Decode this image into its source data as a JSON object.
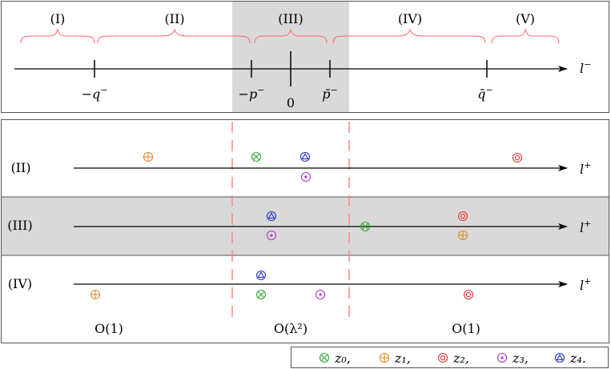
{
  "top_panel": {
    "region_labels": [
      "(I)",
      "(II)",
      "(III)",
      "(IV)",
      "(V)"
    ],
    "axis_label": {
      "base": "l",
      "sup": "−"
    },
    "ticks": [
      {
        "label": "−q",
        "sup": "−"
      },
      {
        "label": "−p",
        "sup": "−"
      },
      {
        "label": "0",
        "sup": ""
      },
      {
        "label": "p̄",
        "sup": "−"
      },
      {
        "label": "q̄",
        "sup": "−"
      }
    ],
    "colors": {
      "brace": "#ff6666",
      "shade": "#d9d9d9"
    }
  },
  "bottom_panel": {
    "rows": [
      {
        "label": "(II)",
        "axis": {
          "base": "l",
          "sup": "+"
        }
      },
      {
        "label": "(III)",
        "axis": {
          "base": "l",
          "sup": "+"
        }
      },
      {
        "label": "(IV)",
        "axis": {
          "base": "l",
          "sup": "+"
        }
      }
    ],
    "orders": [
      "O(1)",
      "O(λ²)",
      "O(1)"
    ],
    "colors": {
      "dashed_line": "#ff7f7f",
      "row_shade": "#d9d9d9"
    }
  },
  "legend": {
    "items": [
      {
        "name": "z₀,",
        "color": "#33aa33",
        "icon": "circle-times-icon"
      },
      {
        "name": "z₁,",
        "color": "#e08a2a",
        "icon": "circle-plus-icon"
      },
      {
        "name": "z₂,",
        "color": "#ee3333",
        "icon": "circle-circle-icon"
      },
      {
        "name": "z₃,",
        "color": "#aa33cc",
        "icon": "circle-dot-icon"
      },
      {
        "name": "z₄.",
        "color": "#2233cc",
        "icon": "circle-triangle-icon"
      }
    ]
  }
}
